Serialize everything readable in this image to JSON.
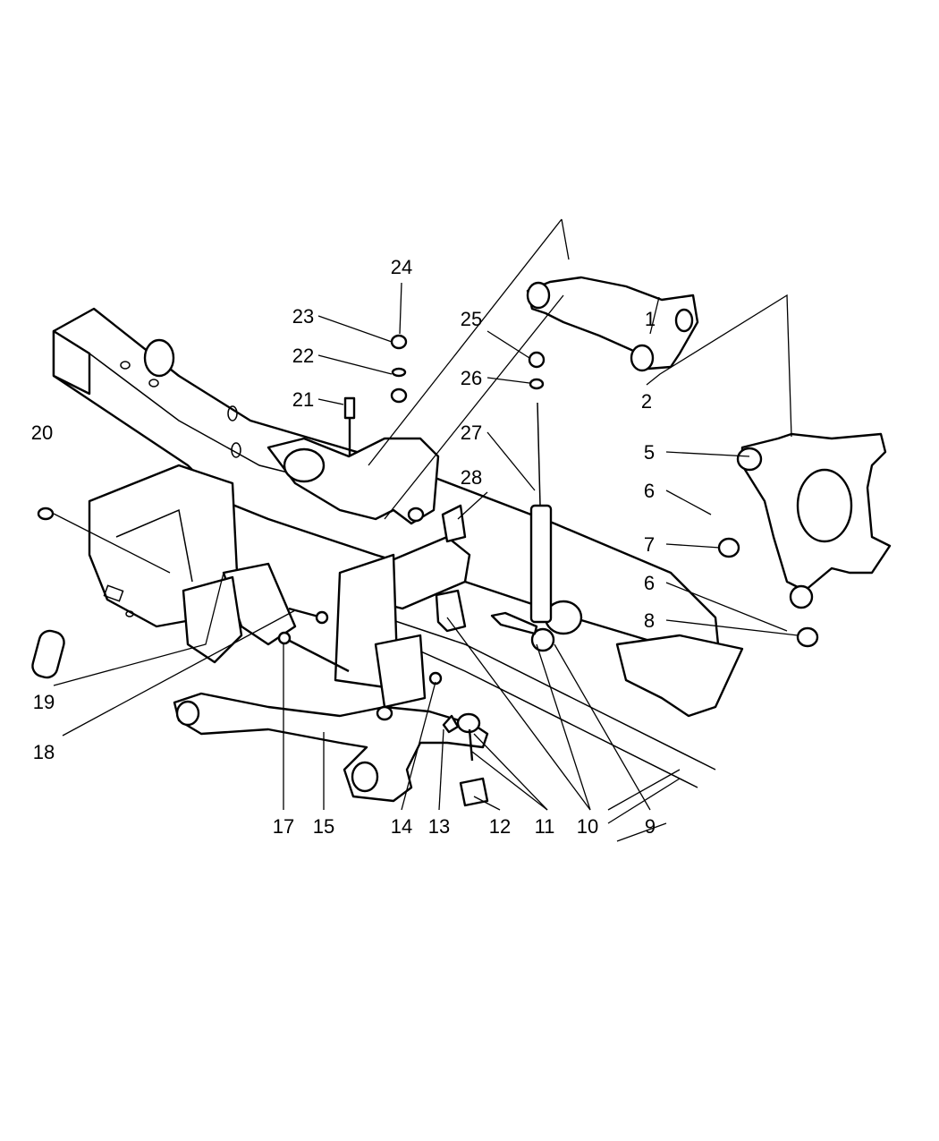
{
  "diagram": {
    "title": "Front Suspension Components",
    "callouts": {
      "c1": "1",
      "c2": "2",
      "c5": "5",
      "c6a": "6",
      "c7": "7",
      "c6b": "6",
      "c8": "8",
      "c9": "9",
      "c10": "10",
      "c11": "11",
      "c12": "12",
      "c13": "13",
      "c14": "14",
      "c15": "15",
      "c17": "17",
      "c18": "18",
      "c19": "19",
      "c20": "20",
      "c21": "21",
      "c22": "22",
      "c23": "23",
      "c24": "24",
      "c25": "25",
      "c26": "26",
      "c27": "27",
      "c28": "28"
    }
  }
}
